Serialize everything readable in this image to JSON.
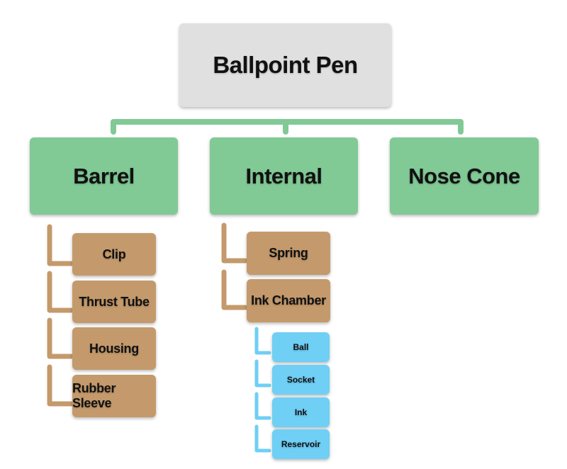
{
  "root": {
    "label": "Ballpoint Pen"
  },
  "colors": {
    "root": "#e0e0e0",
    "level1": "#81c995",
    "level2": "#c49a6c",
    "level3": "#6fcff5"
  },
  "children": [
    {
      "label": "Barrel",
      "children": [
        {
          "label": "Clip"
        },
        {
          "label": "Thrust Tube"
        },
        {
          "label": "Housing"
        },
        {
          "label": "Rubber Sleeve"
        }
      ]
    },
    {
      "label": "Internal",
      "children": [
        {
          "label": "Spring"
        },
        {
          "label": "Ink Chamber",
          "children": [
            {
              "label": "Ball"
            },
            {
              "label": "Socket"
            },
            {
              "label": "Ink"
            },
            {
              "label": "Reservoir"
            }
          ]
        }
      ]
    },
    {
      "label": "Nose Cone",
      "children": []
    }
  ]
}
